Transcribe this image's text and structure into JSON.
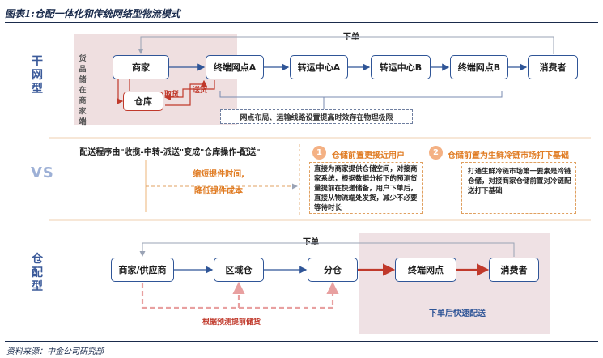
{
  "figure_title": "图表1:仓配一体化和传统网络型物流模式",
  "source": "资料来源：中金公司研究部",
  "top": {
    "section_label": "干网型",
    "left_note": "货品储在商家端",
    "order_label": "下单",
    "nodes": [
      "商家",
      "终端网点A",
      "转运中心A",
      "转运中心B",
      "终端网点B",
      "消费者"
    ],
    "warehouse": "仓库",
    "pick_label": "取货",
    "send_label": "送货",
    "note_box": "网点布局、运输线路设置提高时效存在物理极限"
  },
  "middle": {
    "vs_label": "VS",
    "process_text": "配送程序由\"收揽-中转-派送\"变成\"仓库操作-配送\"",
    "benefit_line1": "缩短提件时间,",
    "benefit_line2": "降低提件成本",
    "point1_num": "1",
    "point1_title": "仓储前置更接近用户",
    "point1_desc": "直接为商家提供仓储空间，对接商家系统，根据数据分析下的预测货量提前在快递储备，用户下单后，直接从物流端处发货，减少不必要等待时长",
    "point2_num": "2",
    "point2_title": "仓储前置为生鲜冷链市场打下基础",
    "point2_desc": "打通生鲜冷链市场第一要素是冷链仓储，对接商家仓储前置对冷链配送打下基础"
  },
  "bottom": {
    "section_label": "仓配型",
    "order_label": "下单",
    "nodes": [
      "商家/供应商",
      "区域仓",
      "分仓",
      "终端网点",
      "消费者"
    ],
    "prestock_label": "根据预测提前储货",
    "fast_label": "下单后快速配送"
  }
}
